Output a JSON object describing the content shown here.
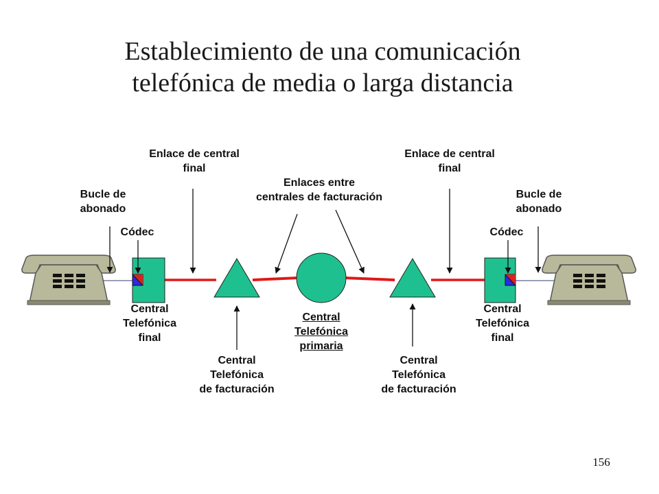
{
  "title": {
    "line1": "Establecimiento de una comunicación",
    "line2": "telefónica de media o larga distancia"
  },
  "labels": {
    "enlace_central_final_left": "Enlace de central\nfinal",
    "enlace_central_final_right": "Enlace de central\nfinal",
    "enlaces_entre_centrales": "Enlaces entre\ncentrales de facturación",
    "bucle_abonado_left": "Bucle de\nabonado",
    "bucle_abonado_right": "Bucle de\nabonado",
    "codec_left": "Códec",
    "codec_right": "Códec",
    "central_final_left": "Central\nTelefónica\nfinal",
    "central_final_right": "Central\nTelefónica\nfinal",
    "central_primaria": "Central\nTelefónica\nprimaria",
    "central_facturacion_left": "Central\nTelefónica\nde facturación",
    "central_facturacion_right": "Central\nTelefónica\nde facturación"
  },
  "page_number": "156",
  "colors": {
    "node_fill": "#1fc08f",
    "trunk_line": "#e01818",
    "subscriber_line": "#9aa0b8",
    "codec_blue": "#2a2ae0",
    "codec_red": "#e02020",
    "phone_fill": "#b8b89a"
  },
  "icons": [
    "telephone-icon",
    "codec-icon"
  ]
}
